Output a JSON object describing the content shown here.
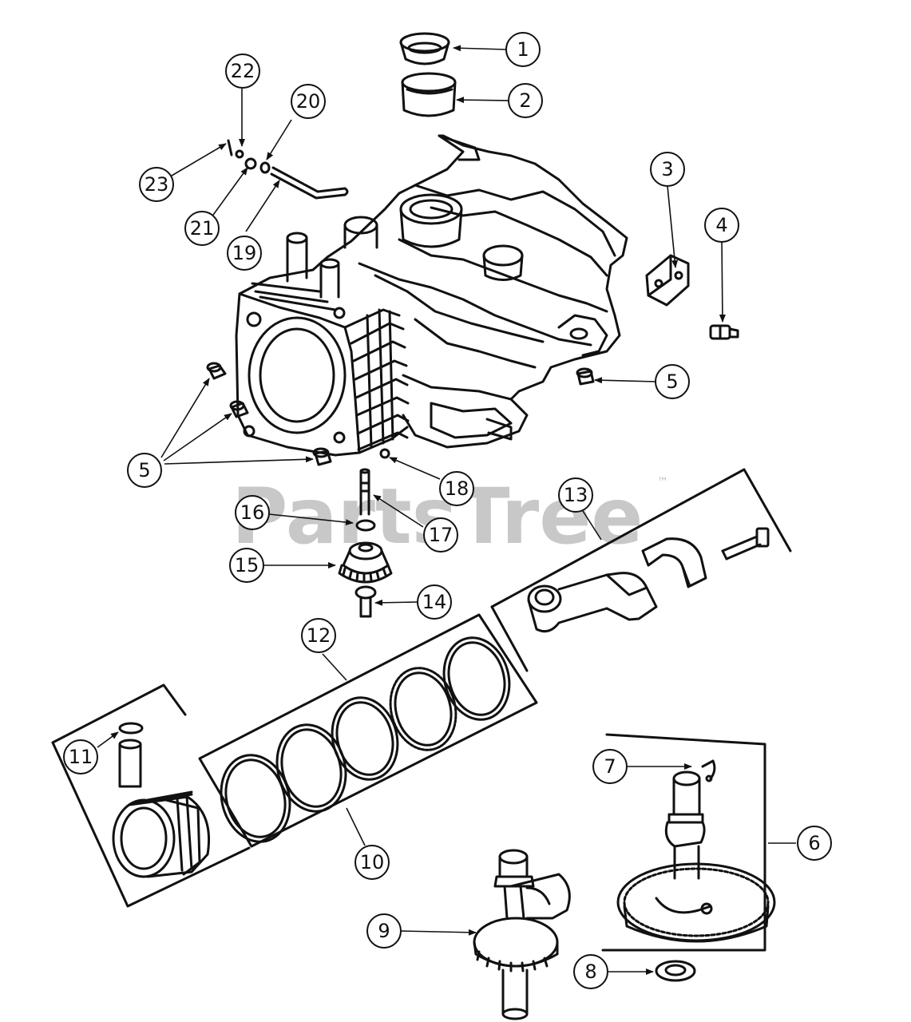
{
  "watermark": {
    "text": "PartsTree",
    "mark": "™"
  },
  "parts": [
    {
      "id": "1",
      "label": "1",
      "part": "bushing-cap-icon"
    },
    {
      "id": "2",
      "label": "2",
      "part": "bushing-sleeve-icon"
    },
    {
      "id": "3",
      "label": "3",
      "part": "bracket-icon"
    },
    {
      "id": "4",
      "label": "4",
      "part": "bolt-icon"
    },
    {
      "id": "5a",
      "label": "5",
      "part": "dowel-pin-icon"
    },
    {
      "id": "5b",
      "label": "5",
      "part": "dowel-pin-icon"
    },
    {
      "id": "6",
      "label": "6",
      "part": "camshaft-assembly-icon"
    },
    {
      "id": "7",
      "label": "7",
      "part": "spring-pin-icon"
    },
    {
      "id": "8",
      "label": "8",
      "part": "washer-icon"
    },
    {
      "id": "9",
      "label": "9",
      "part": "crankshaft-icon"
    },
    {
      "id": "10",
      "label": "10",
      "part": "piston-ring-set-icon"
    },
    {
      "id": "11",
      "label": "11",
      "part": "wrist-pin-retainer-icon"
    },
    {
      "id": "12",
      "label": "12",
      "part": "piston-ring-icon"
    },
    {
      "id": "13",
      "label": "13",
      "part": "connecting-rod-icon"
    },
    {
      "id": "14",
      "label": "14",
      "part": "screw-icon"
    },
    {
      "id": "15",
      "label": "15",
      "part": "governor-gear-icon"
    },
    {
      "id": "16",
      "label": "16",
      "part": "washer-icon"
    },
    {
      "id": "17",
      "label": "17",
      "part": "shaft-icon"
    },
    {
      "id": "18",
      "label": "18",
      "part": "ball-icon"
    },
    {
      "id": "19",
      "label": "19",
      "part": "breather-tube-icon"
    },
    {
      "id": "20",
      "label": "20",
      "part": "grommet-icon"
    },
    {
      "id": "21",
      "label": "21",
      "part": "washer-icon"
    },
    {
      "id": "22",
      "label": "22",
      "part": "nut-icon"
    },
    {
      "id": "23",
      "label": "23",
      "part": "pin-icon"
    }
  ]
}
